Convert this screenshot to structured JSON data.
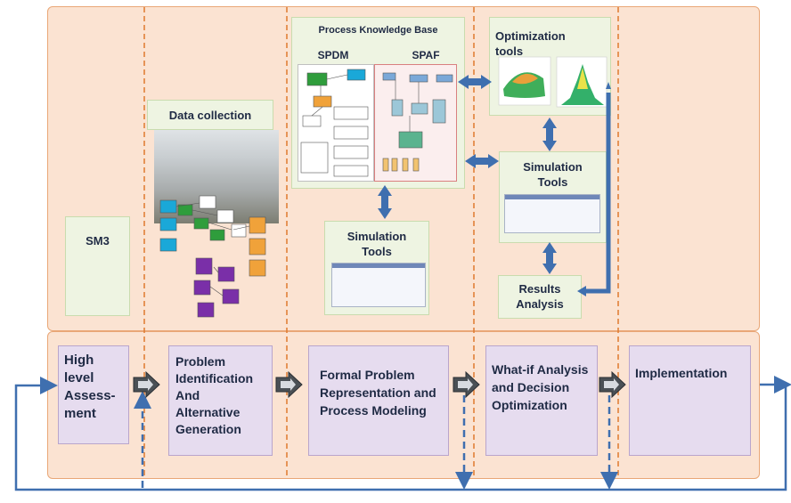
{
  "boxes": {
    "knowledge_base": "Process Knowledge Base",
    "spdm": "SPDM",
    "spaf": "SPAF",
    "data_collection": "Data collection",
    "optimization": "Optimization tools",
    "sim_tools_center": "Simulation Tools",
    "sim_tools_right": "Simulation Tools",
    "results": "Results Analysis",
    "sm3": "SM3"
  },
  "stages": [
    "High level Assess-ment",
    "Problem Identification And Alternative Generation",
    "Formal Problem Representation and Process Modeling",
    "What-if Analysis and Decision Optimization",
    "Implementation"
  ],
  "colors": {
    "panel": "#fbe3d2",
    "panel_border": "#e9a777",
    "arrow": "#3f6faf",
    "stage": "#e6dcef",
    "tool_box": "#eef4e2"
  }
}
